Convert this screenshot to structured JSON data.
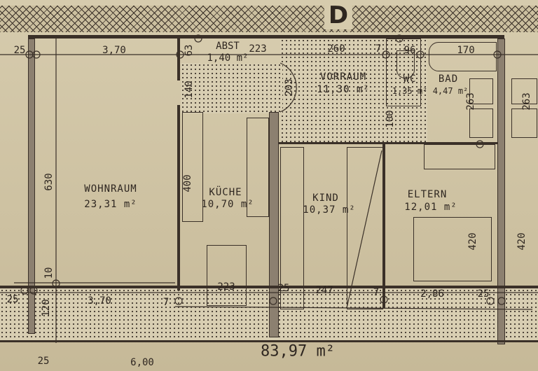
{
  "title_letter": "D",
  "rooms": {
    "wohnraum": {
      "name": "WOHNRAUM",
      "area": "23,31 m²"
    },
    "kueche": {
      "name": "KÜCHE",
      "area": "10,70 m²"
    },
    "kind": {
      "name": "KIND",
      "area": "10,37 m²"
    },
    "eltern": {
      "name": "ELTERN",
      "area": "12,01 m²"
    },
    "vorraum": {
      "name": "VORRAUM",
      "area": "11,30 m²"
    },
    "wc": {
      "name": "WC",
      "area": "1,35 m²"
    },
    "bad": {
      "name": "BAD",
      "area": "4,47 m²"
    },
    "abst": {
      "name": "ABST",
      "area": "1,40 m²"
    }
  },
  "total_area": "83,97 m²",
  "dimensions": {
    "top": [
      "25",
      "3,70",
      "63",
      "223",
      "260",
      "7",
      "96",
      "170"
    ],
    "vertical": [
      "140",
      "203",
      "100",
      "263",
      "263",
      "630",
      "400",
      "420",
      "420",
      "10",
      "120"
    ],
    "bottom": [
      "25",
      "3,70",
      "7",
      "223",
      "25",
      "247",
      "7",
      "2,86",
      "25"
    ],
    "footer": [
      "25",
      "6,00"
    ]
  }
}
